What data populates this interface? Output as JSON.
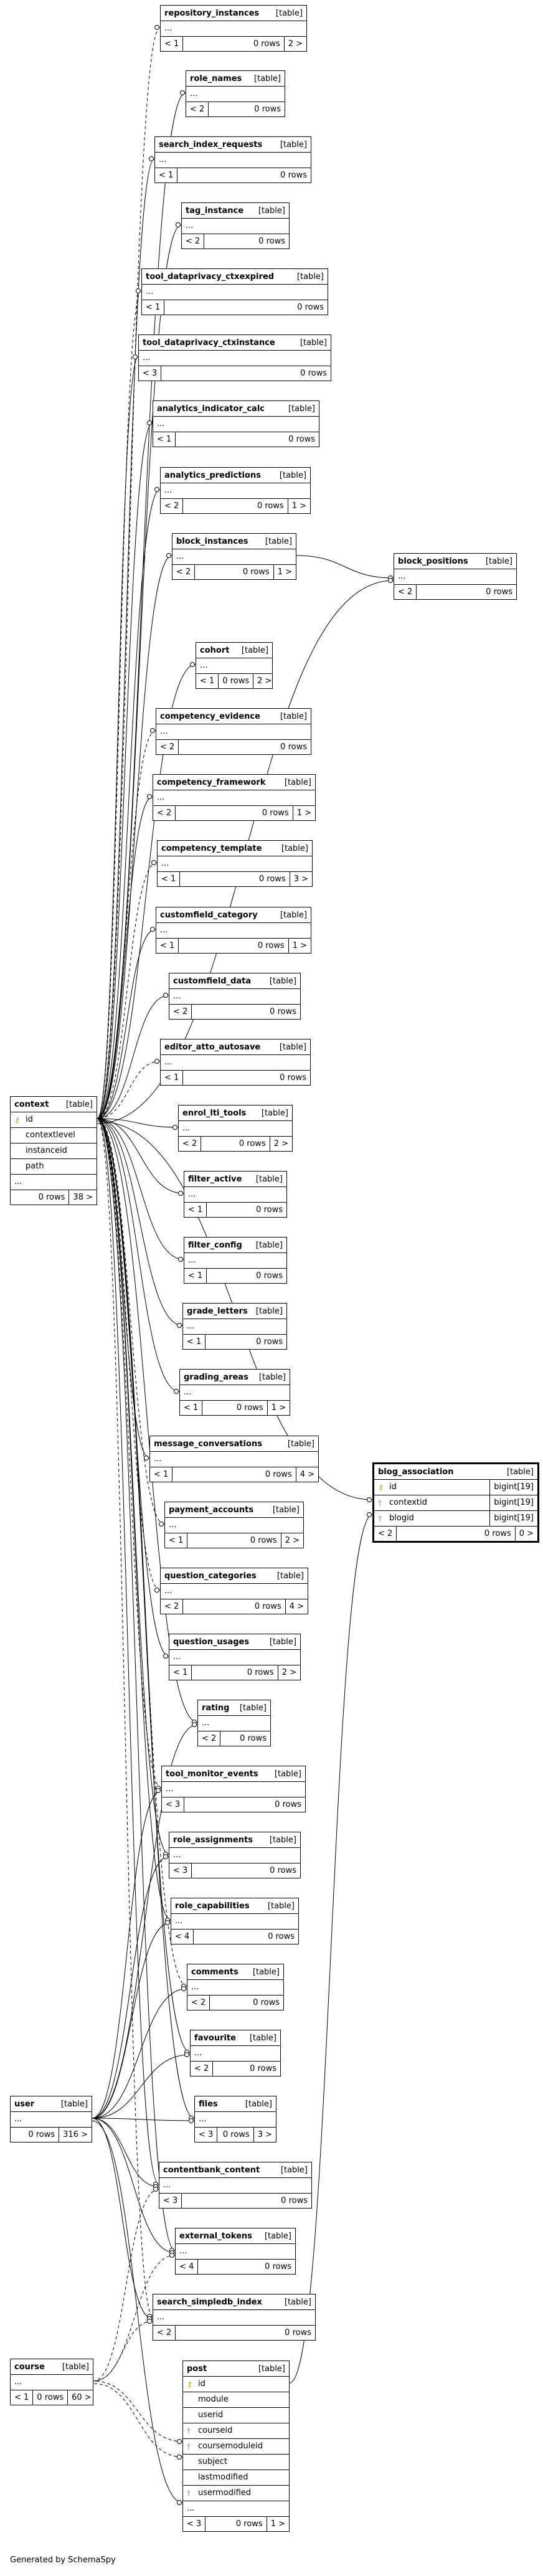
{
  "footer": "Generated by SchemaSpy",
  "tables": [
    {
      "id": "repository_instances",
      "name": "repository_instances",
      "type": "[table]",
      "rows": [
        "..."
      ],
      "foot": [
        "< 1",
        "0 rows",
        "2 >"
      ]
    },
    {
      "id": "role_names",
      "name": "role_names",
      "type": "[table]",
      "rows": [
        "..."
      ],
      "foot": [
        "< 2",
        "0 rows"
      ]
    },
    {
      "id": "search_index_requests",
      "name": "search_index_requests",
      "type": "[table]",
      "rows": [
        "..."
      ],
      "foot": [
        "< 1",
        "0 rows"
      ]
    },
    {
      "id": "tag_instance",
      "name": "tag_instance",
      "type": "[table]",
      "rows": [
        "..."
      ],
      "foot": [
        "< 2",
        "0 rows"
      ]
    },
    {
      "id": "tool_dataprivacy_ctxexpired",
      "name": "tool_dataprivacy_ctxexpired",
      "type": "[table]",
      "rows": [
        "..."
      ],
      "foot": [
        "< 1",
        "0 rows"
      ]
    },
    {
      "id": "tool_dataprivacy_ctxinstance",
      "name": "tool_dataprivacy_ctxinstance",
      "type": "[table]",
      "rows": [
        "..."
      ],
      "foot": [
        "< 3",
        "0 rows"
      ]
    },
    {
      "id": "analytics_indicator_calc",
      "name": "analytics_indicator_calc",
      "type": "[table]",
      "rows": [
        "..."
      ],
      "foot": [
        "< 1",
        "0 rows"
      ]
    },
    {
      "id": "analytics_predictions",
      "name": "analytics_predictions",
      "type": "[table]",
      "rows": [
        "..."
      ],
      "foot": [
        "< 2",
        "0 rows",
        "1 >"
      ]
    },
    {
      "id": "block_instances",
      "name": "block_instances",
      "type": "[table]",
      "rows": [
        "..."
      ],
      "foot": [
        "< 2",
        "0 rows",
        "1 >"
      ]
    },
    {
      "id": "block_positions",
      "name": "block_positions",
      "type": "[table]",
      "rows": [
        "..."
      ],
      "foot": [
        "< 2",
        "0 rows"
      ]
    },
    {
      "id": "cohort",
      "name": "cohort",
      "type": "[table]",
      "rows": [
        "..."
      ],
      "foot": [
        "< 1",
        "0 rows",
        "2 >"
      ]
    },
    {
      "id": "competency_evidence",
      "name": "competency_evidence",
      "type": "[table]",
      "rows": [
        "..."
      ],
      "foot": [
        "< 2",
        "0 rows"
      ]
    },
    {
      "id": "competency_framework",
      "name": "competency_framework",
      "type": "[table]",
      "rows": [
        "..."
      ],
      "foot": [
        "< 2",
        "0 rows",
        "1 >"
      ]
    },
    {
      "id": "competency_template",
      "name": "competency_template",
      "type": "[table]",
      "rows": [
        "..."
      ],
      "foot": [
        "< 1",
        "0 rows",
        "3 >"
      ]
    },
    {
      "id": "customfield_category",
      "name": "customfield_category",
      "type": "[table]",
      "rows": [
        "..."
      ],
      "foot": [
        "< 1",
        "0 rows",
        "1 >"
      ]
    },
    {
      "id": "customfield_data",
      "name": "customfield_data",
      "type": "[table]",
      "rows": [
        "..."
      ],
      "foot": [
        "< 2",
        "0 rows"
      ]
    },
    {
      "id": "editor_atto_autosave",
      "name": "editor_atto_autosave",
      "type": "[table]",
      "rows": [
        "..."
      ],
      "foot": [
        "< 1",
        "0 rows"
      ]
    },
    {
      "id": "enrol_lti_tools",
      "name": "enrol_lti_tools",
      "type": "[table]",
      "rows": [
        "..."
      ],
      "foot": [
        "< 2",
        "0 rows",
        "2 >"
      ]
    },
    {
      "id": "filter_active",
      "name": "filter_active",
      "type": "[table]",
      "rows": [
        "..."
      ],
      "foot": [
        "< 1",
        "0 rows"
      ]
    },
    {
      "id": "filter_config",
      "name": "filter_config",
      "type": "[table]",
      "rows": [
        "..."
      ],
      "foot": [
        "< 1",
        "0 rows"
      ]
    },
    {
      "id": "grade_letters",
      "name": "grade_letters",
      "type": "[table]",
      "rows": [
        "..."
      ],
      "foot": [
        "< 1",
        "0 rows"
      ]
    },
    {
      "id": "grading_areas",
      "name": "grading_areas",
      "type": "[table]",
      "rows": [
        "..."
      ],
      "foot": [
        "< 1",
        "0 rows",
        "1 >"
      ]
    },
    {
      "id": "message_conversations",
      "name": "message_conversations",
      "type": "[table]",
      "rows": [
        "..."
      ],
      "foot": [
        "< 1",
        "0 rows",
        "4 >"
      ]
    },
    {
      "id": "payment_accounts",
      "name": "payment_accounts",
      "type": "[table]",
      "rows": [
        "..."
      ],
      "foot": [
        "< 1",
        "0 rows",
        "2 >"
      ]
    },
    {
      "id": "question_categories",
      "name": "question_categories",
      "type": "[table]",
      "rows": [
        "..."
      ],
      "foot": [
        "< 2",
        "0 rows",
        "4 >"
      ]
    },
    {
      "id": "question_usages",
      "name": "question_usages",
      "type": "[table]",
      "rows": [
        "..."
      ],
      "foot": [
        "< 1",
        "0 rows",
        "2 >"
      ]
    },
    {
      "id": "rating",
      "name": "rating",
      "type": "[table]",
      "rows": [
        "..."
      ],
      "foot": [
        "< 2",
        "0 rows"
      ]
    },
    {
      "id": "tool_monitor_events",
      "name": "tool_monitor_events",
      "type": "[table]",
      "rows": [
        "..."
      ],
      "foot": [
        "< 3",
        "0 rows"
      ]
    },
    {
      "id": "role_assignments",
      "name": "role_assignments",
      "type": "[table]",
      "rows": [
        "..."
      ],
      "foot": [
        "< 3",
        "0 rows"
      ]
    },
    {
      "id": "role_capabilities",
      "name": "role_capabilities",
      "type": "[table]",
      "rows": [
        "..."
      ],
      "foot": [
        "< 4",
        "0 rows"
      ]
    },
    {
      "id": "comments",
      "name": "comments",
      "type": "[table]",
      "rows": [
        "..."
      ],
      "foot": [
        "< 2",
        "0 rows"
      ]
    },
    {
      "id": "favourite",
      "name": "favourite",
      "type": "[table]",
      "rows": [
        "..."
      ],
      "foot": [
        "< 2",
        "0 rows"
      ]
    },
    {
      "id": "files",
      "name": "files",
      "type": "[table]",
      "rows": [
        "..."
      ],
      "foot": [
        "< 3",
        "0 rows",
        "3 >"
      ]
    },
    {
      "id": "contentbank_content",
      "name": "contentbank_content",
      "type": "[table]",
      "rows": [
        "..."
      ],
      "foot": [
        "< 3",
        "0 rows"
      ]
    },
    {
      "id": "external_tokens",
      "name": "external_tokens",
      "type": "[table]",
      "rows": [
        "..."
      ],
      "foot": [
        "< 4",
        "0 rows"
      ]
    },
    {
      "id": "search_simpledb_index",
      "name": "search_simpledb_index",
      "type": "[table]",
      "rows": [
        "..."
      ],
      "foot": [
        "< 2",
        "0 rows"
      ]
    },
    {
      "id": "context",
      "name": "context",
      "type": "[table]",
      "rows": [
        {
          "t": "id",
          "k": "pk"
        },
        {
          "t": "contextlevel"
        },
        {
          "t": "instanceid"
        },
        {
          "t": "path"
        },
        {
          "t": "..."
        }
      ],
      "foot": [
        "0 rows",
        "38 >"
      ]
    },
    {
      "id": "user",
      "name": "user",
      "type": "[table]",
      "rows": [
        "..."
      ],
      "foot": [
        "0 rows",
        "316 >"
      ]
    },
    {
      "id": "course",
      "name": "course",
      "type": "[table]",
      "rows": [
        "..."
      ],
      "foot": [
        "< 1",
        "0 rows",
        "60 >"
      ]
    },
    {
      "id": "post",
      "name": "post",
      "type": "[table]",
      "rows": [
        {
          "t": "id",
          "k": "pk"
        },
        {
          "t": "module"
        },
        {
          "t": "userid"
        },
        {
          "t": "courseid",
          "k": "fk"
        },
        {
          "t": "coursemoduleid",
          "k": "fk"
        },
        {
          "t": "subject"
        },
        {
          "t": "lastmodified"
        },
        {
          "t": "usermodified",
          "k": "fk"
        },
        {
          "t": "..."
        }
      ],
      "foot": [
        "< 3",
        "0 rows",
        "1 >"
      ]
    },
    {
      "id": "blog_association",
      "name": "blog_association",
      "type": "[table]",
      "focus": true,
      "rows": [
        {
          "t": "id",
          "k": "pk",
          "ty": "bigint[19]"
        },
        {
          "t": "contextid",
          "k": "fk",
          "ty": "bigint[19]"
        },
        {
          "t": "blogid",
          "k": "fk",
          "ty": "bigint[19]"
        }
      ],
      "foot": [
        "< 2",
        "0 rows",
        "0 >"
      ]
    }
  ]
}
